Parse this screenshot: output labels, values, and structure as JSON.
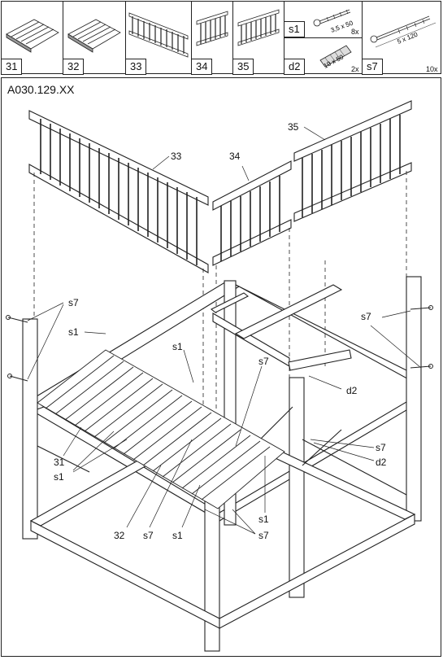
{
  "parts": [
    {
      "id": "31",
      "icon": "decking-panel-icon"
    },
    {
      "id": "32",
      "icon": "decking-panel-icon"
    },
    {
      "id": "33",
      "icon": "long-railing-icon"
    },
    {
      "id": "34",
      "icon": "short-railing-icon"
    },
    {
      "id": "35",
      "icon": "medium-railing-icon"
    }
  ],
  "hardware": [
    {
      "code": "s1",
      "size": "3,5 x 50",
      "qty": "8x",
      "icon": "wood-screw-icon"
    },
    {
      "code": "d2",
      "size": "10 x 50",
      "qty": "2x",
      "icon": "dowel-plug-icon"
    },
    {
      "code": "s7",
      "size": "5 x 120",
      "qty": "10x",
      "icon": "long-screw-icon"
    }
  ],
  "model_code": "A030.129.XX",
  "callouts": {
    "c33": "33",
    "c34": "34",
    "c35": "35",
    "s7_left": "s7",
    "s1_top_left": "s1",
    "s1_mid": "s1",
    "s7_mid": "s7",
    "s7_right": "s7",
    "d2_upper": "d2",
    "s7_right2": "s7",
    "d2_lower": "d2",
    "c31": "31",
    "s1_left_low": "s1",
    "c32": "32",
    "s7_bottom": "s7",
    "s1_bottom": "s1",
    "s1_right_low": "s1",
    "s7_right_low": "s7"
  }
}
